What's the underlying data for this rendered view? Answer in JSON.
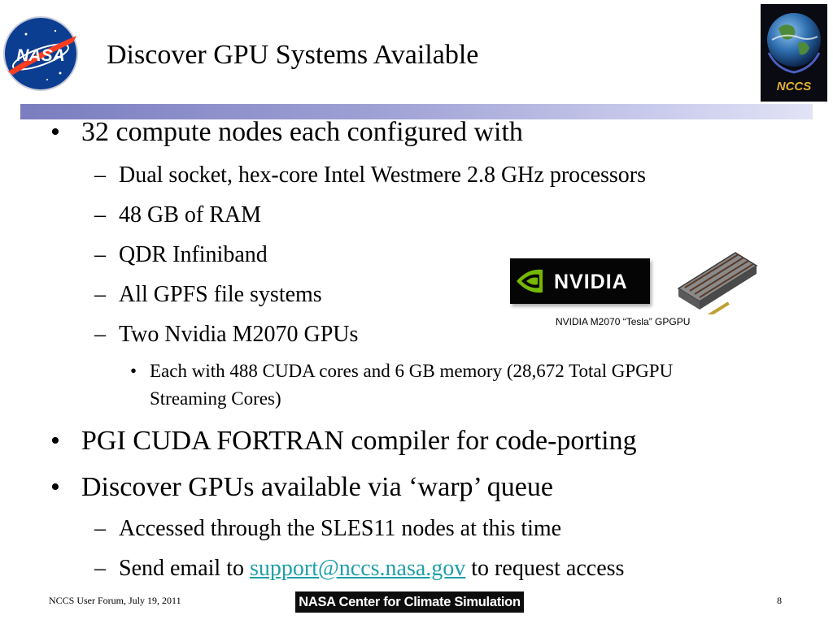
{
  "slide": {
    "title": "Discover GPU Systems Available",
    "bullets": [
      {
        "text": "32 compute nodes each configured with",
        "sub": [
          "Dual socket, hex-core Intel Westmere 2.8 GHz processors",
          "48 GB of RAM",
          "QDR Infiniband",
          "All GPFS file systems",
          "Two Nvidia M2070 GPUs"
        ],
        "sub_sub": "Each with 488 CUDA cores and 6 GB memory (28,672 Total GPGPU Streaming Cores)"
      },
      {
        "text": "PGI CUDA FORTRAN compiler for code-porting"
      },
      {
        "text": "Discover GPUs available via ‘warp’ queue",
        "sub": [
          "Accessed through the SLES11 nodes at this time"
        ],
        "email_line": {
          "before": "Send email to",
          "link": "support@nccs.nasa.gov",
          "after": "to request access"
        }
      }
    ],
    "symbols": {
      "bullet": "•",
      "dash": "–"
    },
    "figure": {
      "logo_text": "NVIDIA",
      "caption": "NVIDIA M2070 “Tesla” GPGPU"
    }
  },
  "header": {
    "left_logo_text": "NASA",
    "right_logo_text": "NCCS"
  },
  "footer": {
    "left": "NCCS User Forum, July 19, 2011",
    "center": "NASA Center for Climate Simulation",
    "page": "8"
  },
  "colors": {
    "link": "#1f9fa8",
    "title_bar_start": "#7a7dbf",
    "title_bar_end": "#e2e3f6",
    "nasa_blue": "#0b3d91",
    "nasa_red": "#fc3d21",
    "nvidia_green": "#76b900"
  },
  "icons": [
    "nasa-meatball-icon",
    "nccs-globe-icon",
    "nvidia-eye-icon",
    "gpu-card-icon"
  ]
}
